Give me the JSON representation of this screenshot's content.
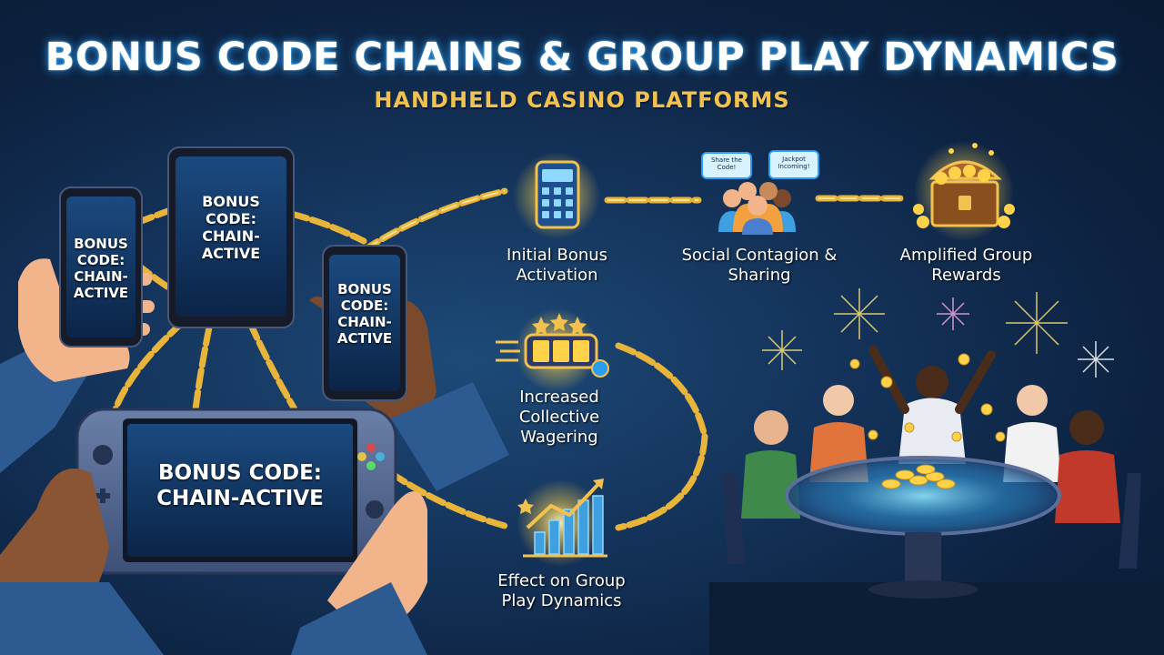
{
  "title": "BONUS CODE CHAINS & GROUP PLAY DYNAMICS",
  "subtitle": "HANDHELD CASINO PLATFORMS",
  "devices": {
    "phone_left": "BONUS CODE: CHAIN-ACTIVE",
    "tablet_top": "BONUS CODE: CHAIN-ACTIVE",
    "phone_right": "BONUS CODE: CHAIN-ACTIVE",
    "console": "BONUS CODE: CHAIN-ACTIVE"
  },
  "flow": {
    "steps": [
      {
        "label": "Initial Bonus Activation",
        "icon": "calculator-icon"
      },
      {
        "label": "Social Contagion & Sharing",
        "icon": "people-group-icon"
      },
      {
        "label": "Amplified Group Rewards",
        "icon": "treasure-chest-icon"
      },
      {
        "label": "Increased Collective Wagering",
        "icon": "slot-machine-icon"
      },
      {
        "label": "Effect on Group Play Dynamics",
        "icon": "growth-chart-icon"
      }
    ],
    "bubbles": [
      "Share the Code!",
      "Jackpot Incoming!"
    ]
  },
  "colors": {
    "accent_gold": "#f2c14e",
    "chain_gold": "#e9b43a",
    "screen_blue": "#0f2f57",
    "title_glow": "#2a9df4"
  }
}
